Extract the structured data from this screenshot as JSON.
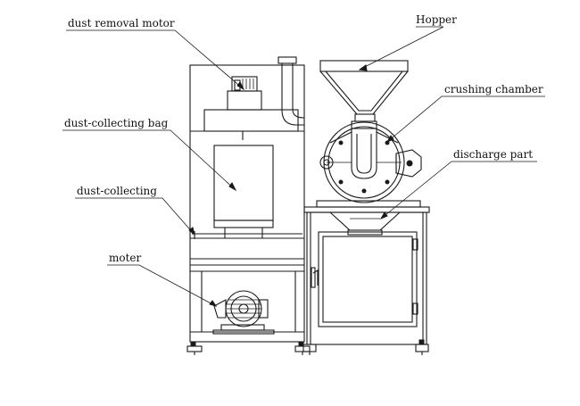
{
  "labels": {
    "dust_removal_motor": "dust removal motor",
    "hopper": "Hopper",
    "crushing_chamber": "crushing chamber",
    "dust_collecting_bag": "dust-collecting bag",
    "discharge_part": "discharge part",
    "dust_collecting": "dust-collecting",
    "moter": "moter"
  },
  "colors": {
    "line": "#1a1a1a",
    "background": "#ffffff"
  }
}
